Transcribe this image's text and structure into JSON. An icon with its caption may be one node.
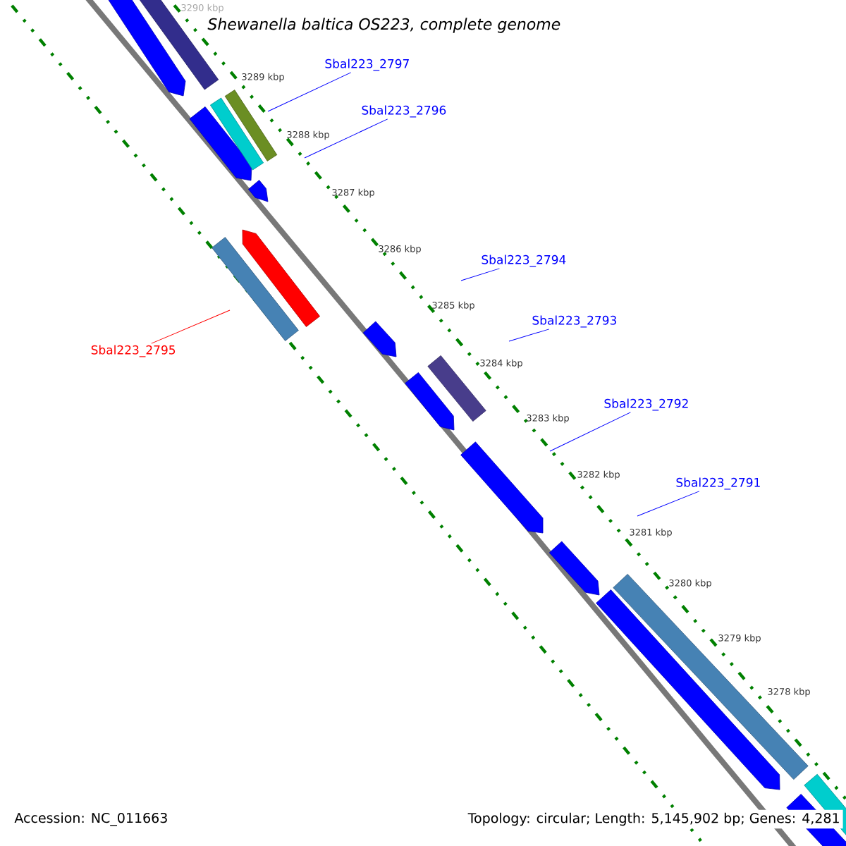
{
  "diagram": {
    "title": "Shewanella baltica OS223, complete genome",
    "nodes": [
      {
        "text": [
          "Sbal223_2797"
        ]
      },
      {
        "text": [
          "Sbal223_2796"
        ]
      },
      {
        "text": [
          "Sbal223_2795"
        ]
      },
      {
        "text": [
          "Sbal223_2794"
        ]
      },
      {
        "text": [
          "Sbal223_2793"
        ]
      },
      {
        "text": [
          "Sbal223_2792"
        ]
      },
      {
        "text": [
          "Sbal223_2791"
        ]
      }
    ],
    "edges": [
      {
        "from": 0,
        "to": null,
        "arrow": "none"
      },
      {
        "from": 1,
        "to": null,
        "arrow": "none"
      },
      {
        "from": 2,
        "to": null,
        "arrow": "none",
        "color": "#ff0000"
      },
      {
        "from": 3,
        "to": null,
        "arrow": "none"
      },
      {
        "from": 4,
        "to": null,
        "arrow": "none"
      },
      {
        "from": 5,
        "to": null,
        "arrow": "none"
      },
      {
        "from": 6,
        "to": null,
        "arrow": "none"
      }
    ],
    "labels": [
      "3290 kbp",
      "3289 kbp",
      "3288 kbp",
      "3287 kbp",
      "3286 kbp",
      "3285 kbp",
      "3284 kbp",
      "3283 kbp",
      "3282 kbp",
      "3281 kbp",
      "3280 kbp",
      "3279 kbp",
      "3278 kbp",
      "Accession: NC_011663",
      "Topology: circular; Length: 5,145,902 bp; Genes: 4,281"
    ]
  }
}
